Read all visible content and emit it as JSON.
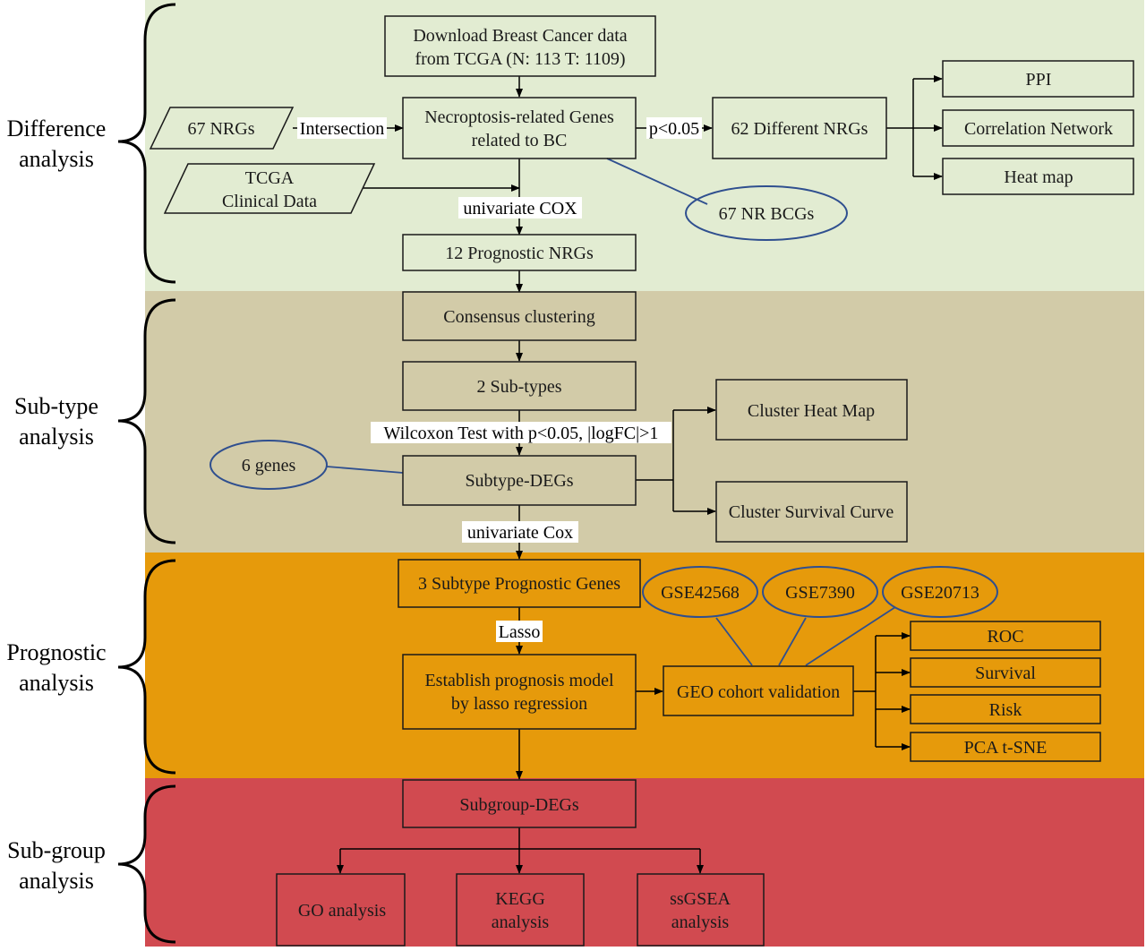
{
  "colors": {
    "difference_band": "#e2ecd2",
    "subtype_band": "#d2cba8",
    "prognostic_band": "#e69a0b",
    "subgroup_band": "#d14a50",
    "ellipse_stroke": "#2f4f8f"
  },
  "sections": {
    "difference": "Difference\nanalysis",
    "subtype": "Sub-type\nanalysis",
    "prognostic": "Prognostic\nanalysis",
    "subgroup": "Sub-group\nanalysis"
  },
  "nodes": {
    "download": "Download Breast Cancer data\nfrom TCGA (N: 113 T: 1109)",
    "nrgs67": "67 NRGs",
    "necroptosis": "Necroptosis-related Genes\nrelated to BC",
    "tcga_clinical": "TCGA\nClinical Data",
    "different_nrgs": "62 Different NRGs",
    "ppi": "PPI",
    "correlation": "Correlation Network",
    "heatmap": "Heat map",
    "nr_bcgs": "67 NR BCGs",
    "prognostic_nrgs": "12 Prognostic NRGs",
    "consensus": "Consensus clustering",
    "subtypes": "2 Sub-types",
    "six_genes": "6 genes",
    "subtype_degs": "Subtype-DEGs",
    "cluster_heatmap": "Cluster Heat Map",
    "cluster_survival": "Cluster Survival Curve",
    "subtype_prognostic": "3 Subtype Prognostic Genes",
    "gse42568": "GSE42568",
    "gse7390": "GSE7390",
    "gse20713": "GSE20713",
    "establish_model": "Establish prognosis model\nby lasso regression",
    "geo_validation": "GEO cohort validation",
    "roc": "ROC",
    "survival": "Survival",
    "risk": "Risk",
    "pca": "PCA t-SNE",
    "subgroup_degs": "Subgroup-DEGs",
    "go": "GO analysis",
    "kegg": "KEGG\nanalysis",
    "ssgsea": "ssGSEA\nanalysis"
  },
  "edge_labels": {
    "intersection": "Intersection",
    "p005": "p<0.05",
    "univariate_cox": "univariate COX",
    "wilcoxon": "Wilcoxon Test with p<0.05, |logFC|>1",
    "univariate_cox2": "univariate Cox",
    "lasso": "Lasso"
  }
}
